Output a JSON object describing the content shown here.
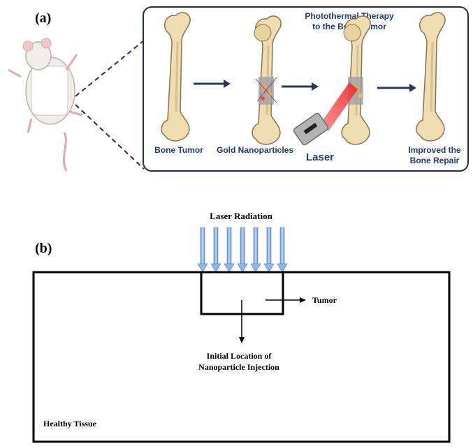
{
  "panel_a": {
    "label": "(a)",
    "title_line1": "Photothermal Therapy",
    "title_line2": "to the Bone Tumor",
    "stage_labels": {
      "bone_tumor": "Bone Tumor",
      "gold_nanoparticles": "Gold Nanoparticles",
      "laser": "Laser",
      "improved_line1": "Improved the",
      "improved_line2": "Bone Repair"
    },
    "colors": {
      "frame": "#1f2d5a",
      "text": "#1f3a6e",
      "bone": "#efdcb0",
      "bone_outline": "#8a7350",
      "arrow": "#253763",
      "laser_beam": "#e8242b"
    }
  },
  "panel_b": {
    "label": "(b)",
    "laser_label": "Laser Radiation",
    "tumor_label": "Tumor",
    "injection_line1": "Initial Location of",
    "injection_line2": "Nanoparticle Injection",
    "tissue_label": "Healthy Tissue",
    "colors": {
      "laser_arrow": "#8fb6e6",
      "laser_arrow_edge": "#4f7fbd",
      "line": "#000000"
    }
  }
}
